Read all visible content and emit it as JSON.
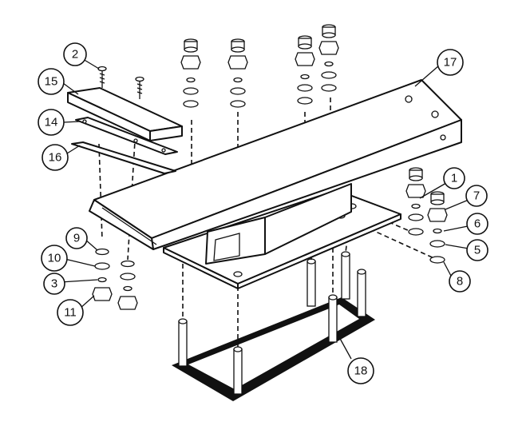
{
  "callouts": [
    {
      "id": "c1",
      "label": "1"
    },
    {
      "id": "c2",
      "label": "2"
    },
    {
      "id": "c3",
      "label": "3"
    },
    {
      "id": "c5",
      "label": "5"
    },
    {
      "id": "c6",
      "label": "6"
    },
    {
      "id": "c7",
      "label": "7"
    },
    {
      "id": "c8",
      "label": "8"
    },
    {
      "id": "c9",
      "label": "9"
    },
    {
      "id": "c10",
      "label": "10"
    },
    {
      "id": "c11",
      "label": "11"
    },
    {
      "id": "c14",
      "label": "14"
    },
    {
      "id": "c15",
      "label": "15"
    },
    {
      "id": "c16",
      "label": "16"
    },
    {
      "id": "c17",
      "label": "17"
    },
    {
      "id": "c18",
      "label": "18"
    }
  ]
}
